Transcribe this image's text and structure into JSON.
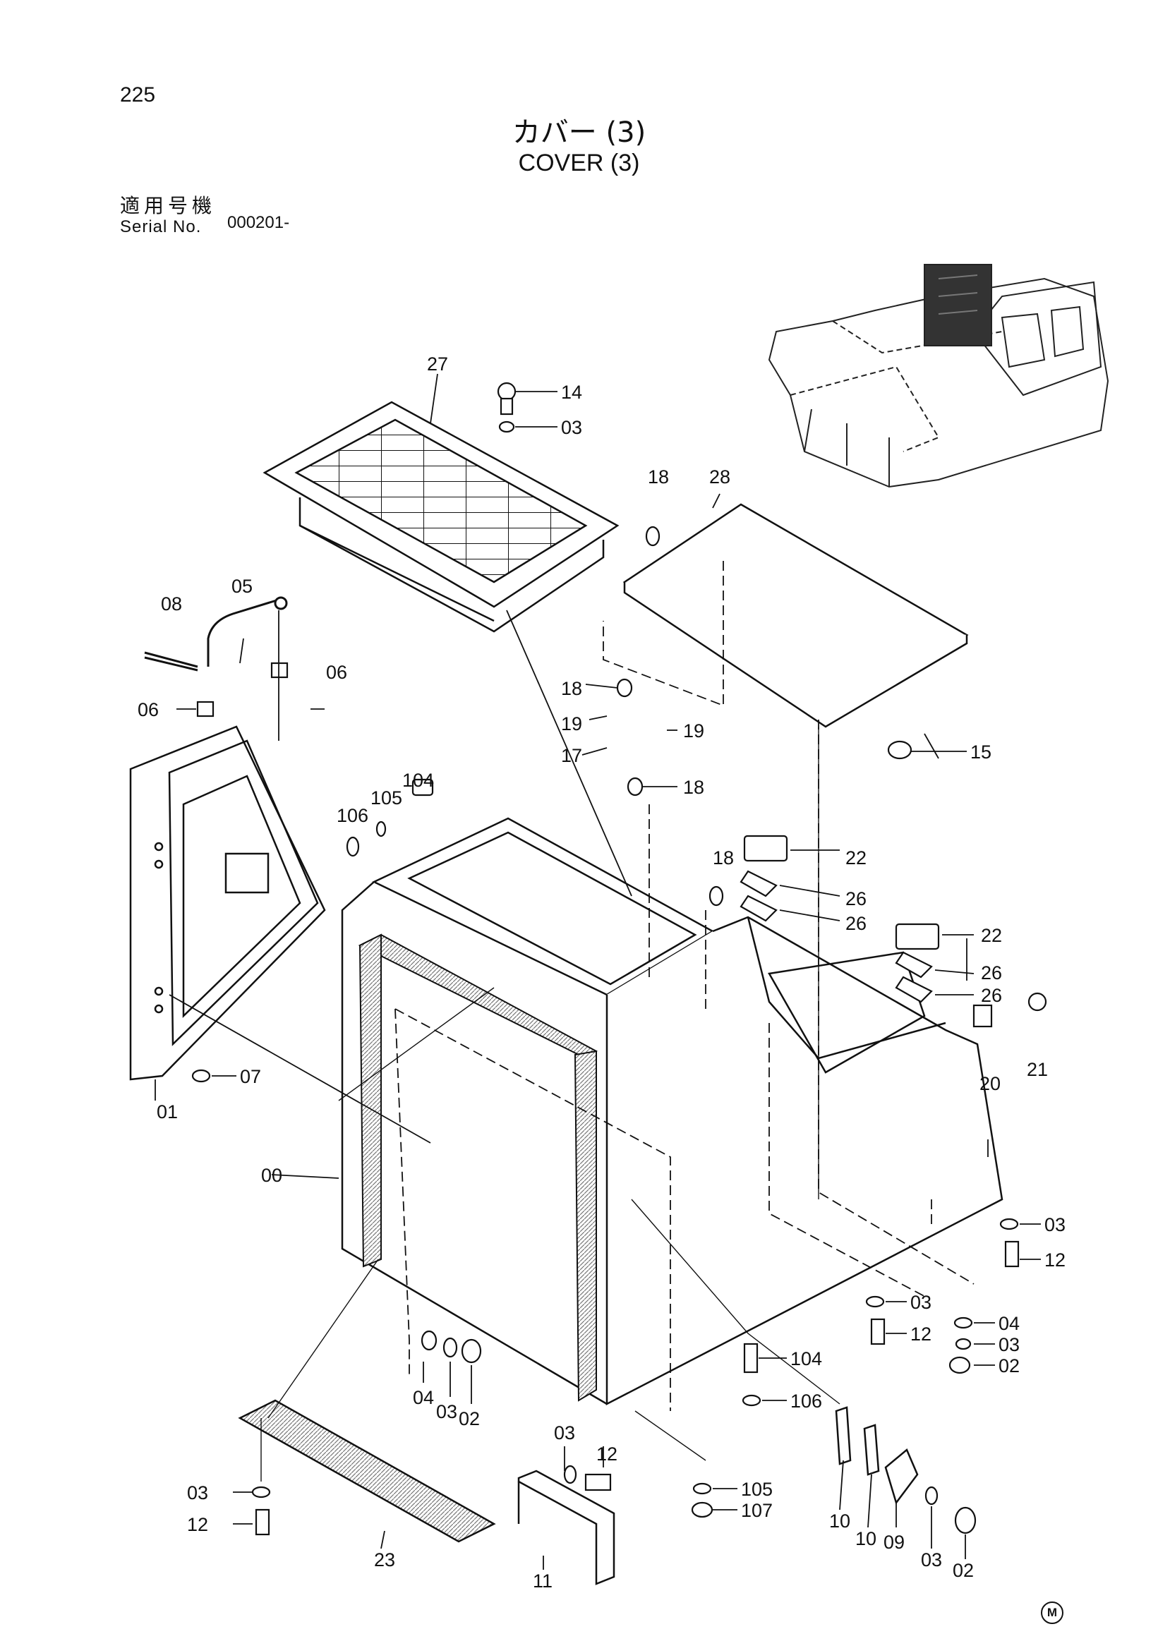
{
  "header": {
    "page_number": "225",
    "title_jp": "カバー (3)",
    "title_en": "COVER (3)",
    "serial_label_jp": "適用号機",
    "serial_label_en": "Serial No.",
    "serial_value": "000201-"
  },
  "callouts": {
    "c27": "27",
    "c14": "14",
    "c03a": "03",
    "c18a": "18",
    "c28": "28",
    "c08": "08",
    "c05": "05",
    "c06a": "06",
    "c06b": "06",
    "c18b": "18",
    "c19a": "19",
    "c19b": "19",
    "c17": "17",
    "c18c": "18",
    "c15": "15",
    "c104a": "104",
    "c105a": "105",
    "c106a": "106",
    "c18d": "18",
    "c22a": "22",
    "c26a": "26",
    "c26b": "26",
    "c22b": "22",
    "c26c": "26",
    "c26d": "26",
    "c21": "21",
    "c20": "20",
    "c07": "07",
    "c01": "01",
    "c00": "00",
    "c03b": "03",
    "c12a": "12",
    "c03c": "03",
    "c12b": "12",
    "c04a": "04",
    "c03d": "03",
    "c02a": "02",
    "c104b": "104",
    "c106b": "106",
    "c04b": "04",
    "c03e": "03",
    "c02b": "02",
    "c03f": "03",
    "c12c": "12",
    "c105b": "105",
    "c107": "107",
    "c10a": "10",
    "c10b": "10",
    "c09": "09",
    "c03g": "03",
    "c02c": "02",
    "c03h": "03",
    "c12d": "12",
    "c23": "23",
    "c11": "11"
  },
  "footer_mark": "M"
}
